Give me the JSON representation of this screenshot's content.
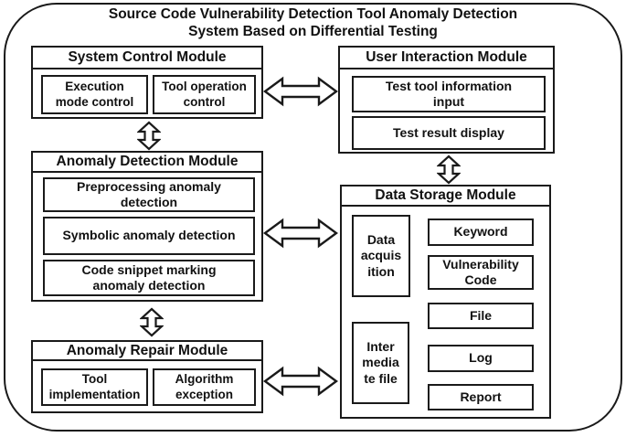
{
  "colors": {
    "ink": "#1a1a1a",
    "background": "#ffffff"
  },
  "title": "Source Code Vulnerability Detection Tool Anomaly Detection\nSystem Based on Differential Testing",
  "modules": {
    "system_control": {
      "title": "System Control Module",
      "children": [
        "Execution\nmode control",
        "Tool operation\ncontrol"
      ]
    },
    "user_interaction": {
      "title": "User Interaction Module",
      "children": [
        "Test tool information\ninput",
        "Test result display"
      ]
    },
    "anomaly_detection": {
      "title": "Anomaly Detection Module",
      "children": [
        "Preprocessing anomaly\ndetection",
        "Symbolic anomaly detection",
        "Code snippet marking\nanomaly detection"
      ]
    },
    "anomaly_repair": {
      "title": "Anomaly Repair Module",
      "children": [
        "Tool\nimplementation",
        "Algorithm\nexception"
      ]
    },
    "data_storage": {
      "title": "Data Storage Module",
      "left_children": [
        "Data\nacquis\nition",
        "Inter\nmedia\nte file"
      ],
      "right_children": [
        "Keyword",
        "Vulnerability\nCode",
        "File",
        "Log",
        "Report"
      ]
    }
  },
  "connectors": [
    {
      "icon": "double-arrow-horizontal-icon",
      "between": "System Control Module - User Interaction Module"
    },
    {
      "icon": "double-arrow-vertical-icon",
      "between": "System Control Module - Anomaly Detection Module"
    },
    {
      "icon": "double-arrow-vertical-icon",
      "between": "User Interaction Module - Data Storage Module"
    },
    {
      "icon": "double-arrow-horizontal-icon",
      "between": "Anomaly Detection Module - Data Storage Module"
    },
    {
      "icon": "double-arrow-vertical-icon",
      "between": "Anomaly Detection Module - Anomaly Repair Module"
    },
    {
      "icon": "double-arrow-horizontal-icon",
      "between": "Anomaly Repair Module - Data Storage Module"
    }
  ]
}
